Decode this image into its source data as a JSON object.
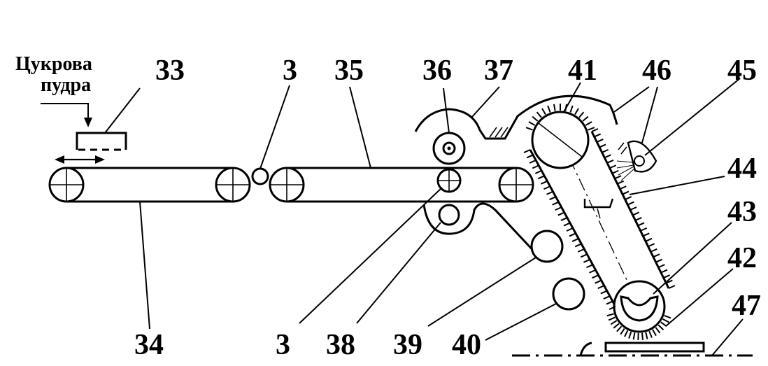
{
  "diagram": {
    "caption_line1": "Цукрова",
    "caption_line2": "пудра",
    "labels": {
      "l33": "33",
      "l3_top": "3",
      "l35": "35",
      "l36": "36",
      "l37": "37",
      "l41": "41",
      "l46": "46",
      "l45": "45",
      "l44": "44",
      "l43": "43",
      "l42": "42",
      "l47": "47",
      "l34": "34",
      "l3_bottom": "3",
      "l38": "38",
      "l39": "39",
      "l40": "40"
    }
  }
}
